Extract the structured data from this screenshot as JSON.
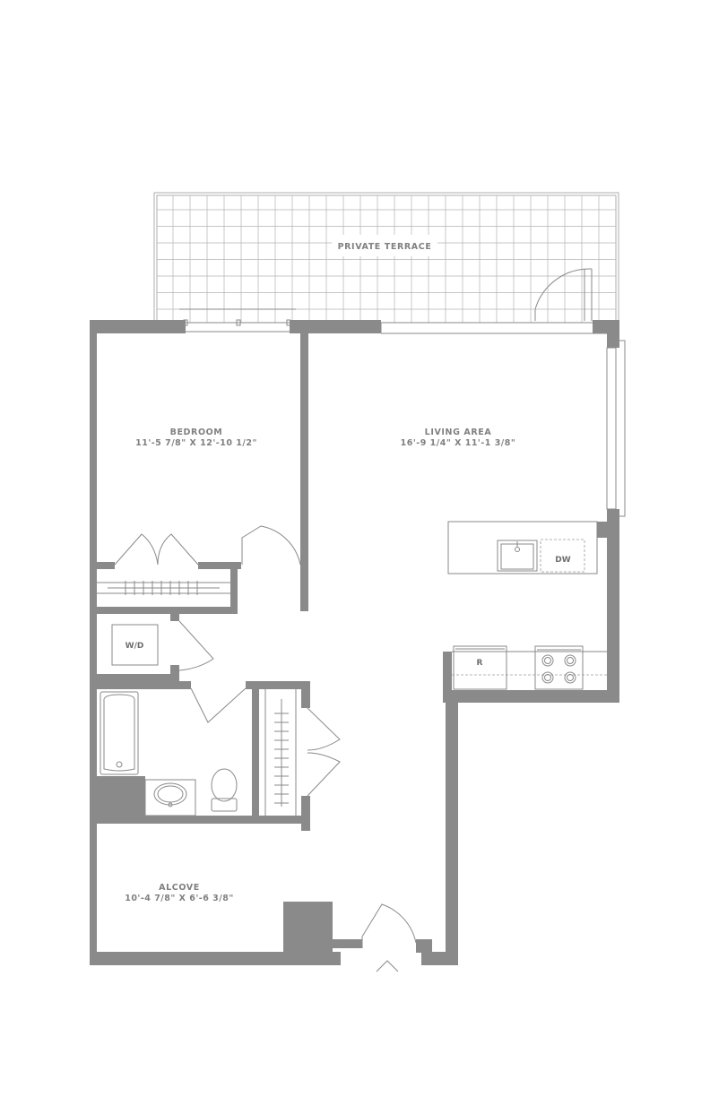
{
  "rooms": {
    "terrace": {
      "label": "PRIVATE TERRACE"
    },
    "bedroom": {
      "label": "BEDROOM",
      "dimensions": "11'-5 7/8\" X 12'-10 1/2\""
    },
    "living": {
      "label": "LIVING AREA",
      "dimensions": "16'-9 1/4\" X 11'-1 3/8\""
    },
    "alcove": {
      "label": "ALCOVE",
      "dimensions": "10'-4 7/8\" X 6'-6 3/8\""
    }
  },
  "fixtures": {
    "washer_dryer": "W/D",
    "dishwasher": "DW",
    "refrigerator": "R"
  },
  "colors": {
    "wall": "#8a8a8a",
    "line": "#8a8a8a",
    "grid": "#b4b4b4",
    "text": "#808080"
  }
}
